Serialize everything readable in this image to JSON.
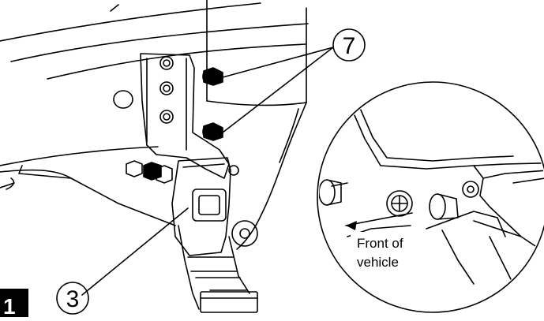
{
  "figure": {
    "callouts": [
      {
        "id": "callout-7",
        "number": "7"
      },
      {
        "id": "callout-3",
        "number": "3"
      }
    ],
    "detail_label_lines": [
      "Front of",
      "vehicle"
    ],
    "figure_tab": "1",
    "colors": {
      "line": "#000000",
      "background": "#ffffff",
      "tab_fill": "#000000"
    }
  }
}
